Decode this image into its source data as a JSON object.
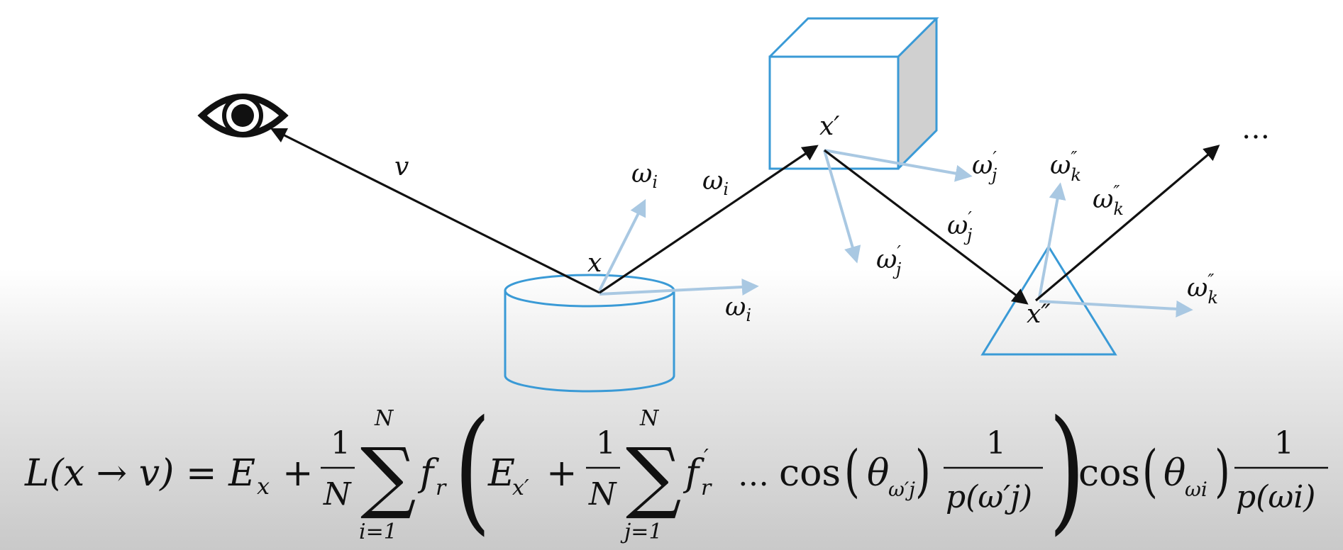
{
  "labels": {
    "view_dir": "v",
    "x": "x",
    "x_prime": "x′",
    "x_double_prime": "x″",
    "omega_i": "ωi",
    "omega_j": "ωj′",
    "omega_k": "ωk″",
    "ellipsis": "…"
  },
  "equation": {
    "lhs": "L(x → v) = E",
    "lhs_sub": "x",
    "plus1": "+",
    "frac_one": "1",
    "frac_N": "N",
    "sum_top": "N",
    "sum_bottom_i": "i=1",
    "sum_bottom_j": "j=1",
    "f_r": "f",
    "f_r_sub": "r",
    "E_xp": "E",
    "E_xp_sub": "x′",
    "plus2": "+",
    "f_rp": "f",
    "f_rp_sub": "r",
    "f_rp_prime": "′",
    "dots": "…",
    "cos": "cos",
    "theta": "θ",
    "omega_j_sub": "ω′j",
    "p_omega_j": "p(ω′j)",
    "p_omega_i": "p(ωi)",
    "omega_i_sub": "ωi"
  },
  "colors": {
    "shape_outline": "#3a9ad6",
    "scatter_ray": "#a9c8e2",
    "path_ray": "#111111",
    "cube_side": "#d0d0d0"
  }
}
